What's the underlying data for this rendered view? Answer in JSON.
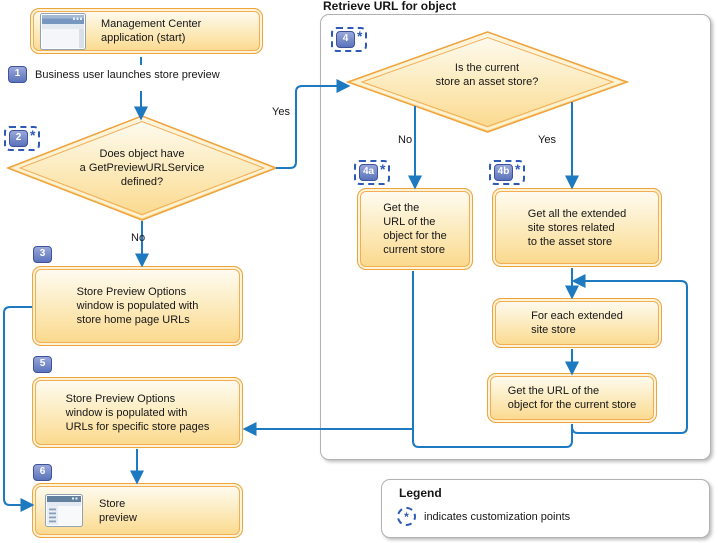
{
  "diagram": {
    "panel_title": "Retrieve URL for object",
    "step1_label": "Business user launches store preview",
    "asterisk": "*",
    "badges": {
      "b1": "1",
      "b2": "2",
      "b3": "3",
      "b4": "4",
      "b4a": "4a",
      "b4b": "4b",
      "b5": "5",
      "b6": "6"
    },
    "edge_labels": {
      "yes1": "Yes",
      "no1": "No",
      "no2": "No",
      "yes2": "Yes"
    },
    "nodes": {
      "start": {
        "label": "Management Center\napplication (start)",
        "icon": "application-window-icon"
      },
      "decision_service": {
        "label": "Does object have\na GetPreviewURLService\ndefined?"
      },
      "box_home_urls": {
        "label": "Store Preview Options\nwindow is populated with\nstore home page URLs"
      },
      "box_specific_urls": {
        "label": "Store Preview Options\nwindow is populated with\nURLs for specific store pages"
      },
      "store_preview": {
        "label": "Store\npreview",
        "icon": "browser-window-icon"
      },
      "decision_asset": {
        "label": "Is the current\nstore an asset store?"
      },
      "box_get_url_current": {
        "label": "Get the\nURL of the\nobject for the\ncurrent store"
      },
      "box_get_extended": {
        "label": "Get all the extended\nsite stores related\nto the asset store"
      },
      "box_for_each": {
        "label": "For each extended\nsite store"
      },
      "box_get_url_each": {
        "label": "Get the URL of the\nobject for the current store"
      }
    }
  },
  "legend": {
    "title": "Legend",
    "item_label": "indicates customization points"
  },
  "colors": {
    "node_border": "#efa43e",
    "node_fill_bottom": "#fbd88a",
    "flow_line": "#1d79c0",
    "badge_fill": "#5b73bb",
    "customization": "#2e59b5",
    "panel_border": "#b2b2b2"
  }
}
